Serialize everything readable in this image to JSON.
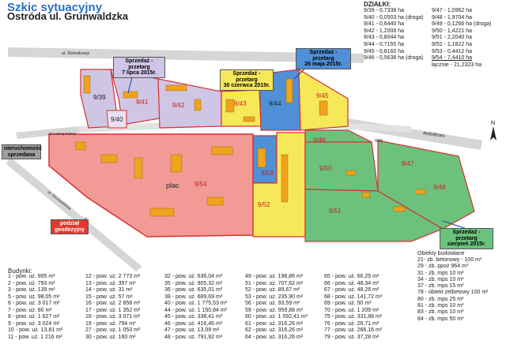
{
  "header": {
    "title": "Szkic sytuacyjny",
    "subtitle": "Ostróda ul. Grunwaldzka"
  },
  "plots": {
    "heading": "DZIAŁKI:",
    "col1": [
      "9/39 - 0,7338 ha",
      "9/40 - 0,0503 ha (droga)",
      "9/41 - 0,6440 ha",
      "9/42 - 1,2008 ha",
      "9/43 - 0,8044 ha",
      "9/44 - 0,7155 ha",
      "9/45 - 0,8160 ha",
      "9/46 - 0,5638 ha (droga)"
    ],
    "col2": [
      "9/47 - 1,0962 ha",
      "9/48 - 1,9704 ha",
      "9/49 - 0,1266 ha (droga)",
      "9/50 - 1,4221 ha",
      "9/51 - 2,2040 ha",
      "9/52 - 1,1822 ha",
      "9/53 - 0,4412 ha",
      "9/54 - 7,4410 ha"
    ],
    "total": "łącznie - 21,2323 ha"
  },
  "streets": {
    "top": "ul. Demokracji",
    "right": "autodrom",
    "left1": "ul. Leśnej Polany",
    "left2": "ul. Grunwaldzka"
  },
  "map_labels": {
    "plac": "plac",
    "p39": "9/39",
    "p40": "9/40",
    "p41": "9/41",
    "p42": "9/42",
    "p43": "9/43",
    "p44": "9/44",
    "p45": "9/45",
    "p46": "9/46",
    "p47": "9/47",
    "p48": "9/48",
    "p49": "9/49",
    "p50": "9/50",
    "p51": "9/51",
    "p52": "9/52",
    "p53": "9/53",
    "p54": "9/54"
  },
  "callouts": {
    "c1_line1": "Sprzedaż - przetarg",
    "c1_line2": "7 lipca 2015r.",
    "c2_line1": "Sprzedaż - przetarg",
    "c2_line2": "30 czerwca 2015r.",
    "c3_line1": "Sprzedaż - przetarg",
    "c3_line2": "26 maja 2015r.",
    "c4_line1": "Sprzedaż - przetarg",
    "c4_line2": "sierpień 2015r.",
    "c5_line1": "nieruchomość",
    "c5_line2": "sprzedana",
    "c6_line1": "podział",
    "c6_line2": "geodezyjny"
  },
  "compass": "N",
  "buildings": {
    "heading": "Budynki:",
    "col1": [
      "1 - pow. uż. 995 m²",
      "2 - pow. uż. 793 m²",
      "3 - pow. uż. 139 m²",
      "5 - pow. uż. 98,05 m²",
      "6 - pow. uż. 3 017 m²",
      "7 - pow. uż. 80 m²",
      "8 - pow. uż. 1 627 m²",
      "9 - pow. uż. 3 024 m²",
      "10 - pow. uż. 13,81 m²",
      "11 - pow. uż. 1 216 m²"
    ],
    "col2": [
      "12 - pow. uż. 2 773 m²",
      "13 - pow. uż. 397 m²",
      "14 - pow. uż. 31 m²",
      "15 - pow. uż. 57 m²",
      "16 - pow. uż. 2 858 m²",
      "17 - pow. uż. 1 352 m²",
      "18 - pow. uż. 3 071 m²",
      "19 - pow. uż. 794 m²",
      "27 - pow. uż. 1 053 m²",
      "30 - pow. uż. 160 m²"
    ],
    "col3": [
      "32 - pow. uż. 636,04 m²",
      "35 - pow. uż. 905,32 m²",
      "36 - pow. uż. 635,01 m²",
      "38 - pow. uż. 689,69 m²",
      "40 - pow. uż. 1 775,53 m²",
      "44 - pow. uż. 1 150,84 m²",
      "45 - pow. uż. 338,41 m²",
      "46 - pow. uż. 416,46 m²",
      "47 - pow. uż. 13,09 m²",
      "48 - pow. uż. 791,92 m²"
    ],
    "col4": [
      "49 - pow. uż. 196,86 m²",
      "51 - pow. uż. 707,62 m²",
      "52 - pow. uż. 89,67 m²",
      "53 - pow. uż. 235,90 m²",
      "56 - pow. uż. 93,59 m²",
      "59 - pow. uż. 959,88 m²",
      "60 - pow. uż. 1 092,41 m²",
      "61 - pow. uż. 316,26 m²",
      "62 - pow. uż. 316,26 m²",
      "64 - pow. uż. 316,26 m²"
    ],
    "col5": [
      "65 - pow. uż. 66,25 m²",
      "66 - pow. uż. 48,34 m²",
      "67 - pow. uż. 48,26 m²",
      "68 - pow. uż. 141,72 m²",
      "69 - pow. uż. 50 m²",
      "70 - pow. uż. 1 209 m²",
      "75 - pow. uż. 331,88 m²",
      "76 - pow. uż. 26,71 m²",
      "77 - pow. uż. 266,16 m²",
      "79 - pow. uż. 37,28 m²"
    ]
  },
  "objects": {
    "heading": "Obiekty budowlane",
    "items": [
      "21- zb. betonowy - 100 m³",
      "29 - zb. ppoż 964 m³",
      "31 - zb. mps 10 m³",
      "34 - zb. mps 10 m³",
      "37 - zb. mps 15 m³",
      "78 - obiekt żelbetowy 100 m²",
      "80 - zb. mps 25 m³",
      "81 - zb. mps 10 m³",
      "83 - zb. mps 10 m³",
      "84 - zb. mps 50 m³"
    ]
  },
  "colors": {
    "red_zone": "#f08a84",
    "green_zone": "#6cc27c",
    "yellow_zone": "#f7e85a",
    "blue_zone": "#4f90d6",
    "lilac_zone": "#cfc6e6",
    "road": "#d6d6d6",
    "building": "#f0a31c",
    "title_blue": "#2a6fc0"
  }
}
